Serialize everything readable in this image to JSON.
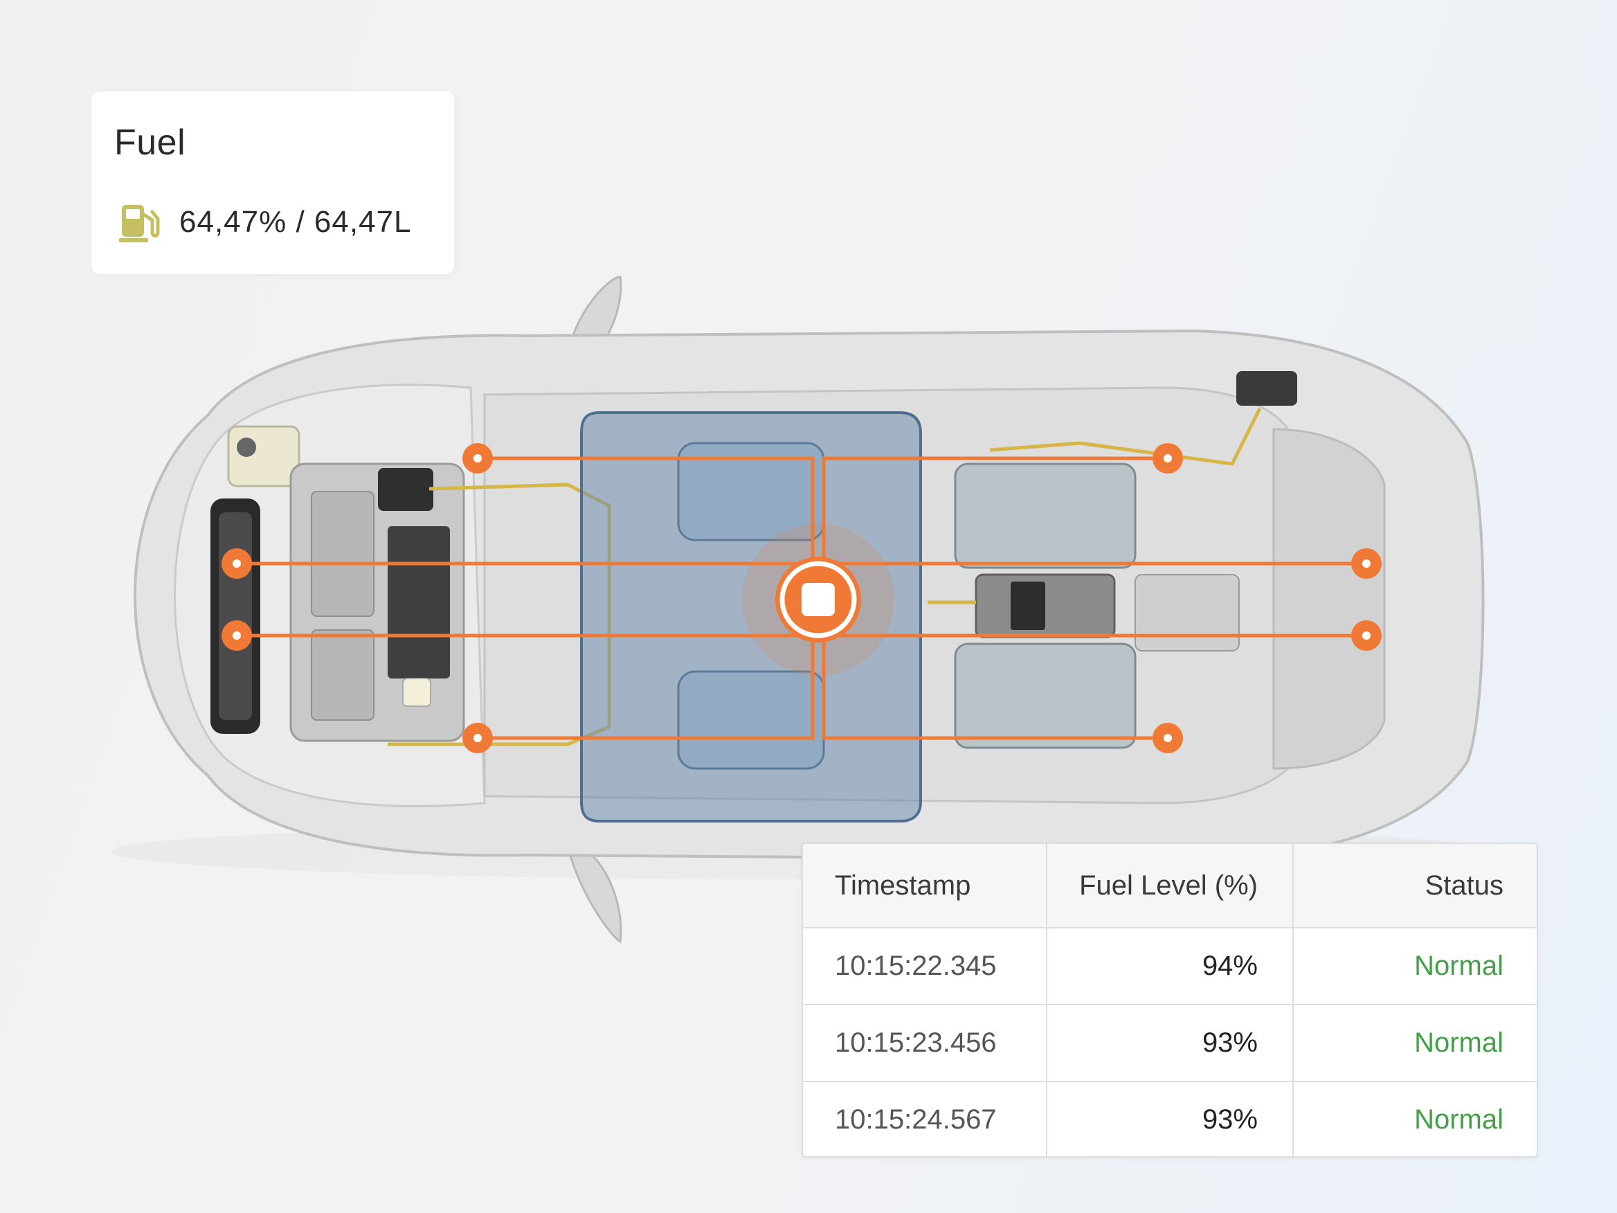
{
  "fuel_card": {
    "title": "Fuel",
    "icon": "fuel-pump-icon",
    "value": "64,47% / 64,47L",
    "icon_color": "#c5bf62"
  },
  "diagram": {
    "accent_color": "#f07a35",
    "battery_color": "#6f8fb0"
  },
  "table": {
    "headers": [
      "Timestamp",
      "Fuel Level (%)",
      "Status"
    ],
    "rows": [
      {
        "timestamp": "10:15:22.345",
        "level": "94%",
        "status": "Normal"
      },
      {
        "timestamp": "10:15:23.456",
        "level": "93%",
        "status": "Normal"
      },
      {
        "timestamp": "10:15:24.567",
        "level": "93%",
        "status": "Normal"
      }
    ],
    "status_color": "#43a047"
  }
}
